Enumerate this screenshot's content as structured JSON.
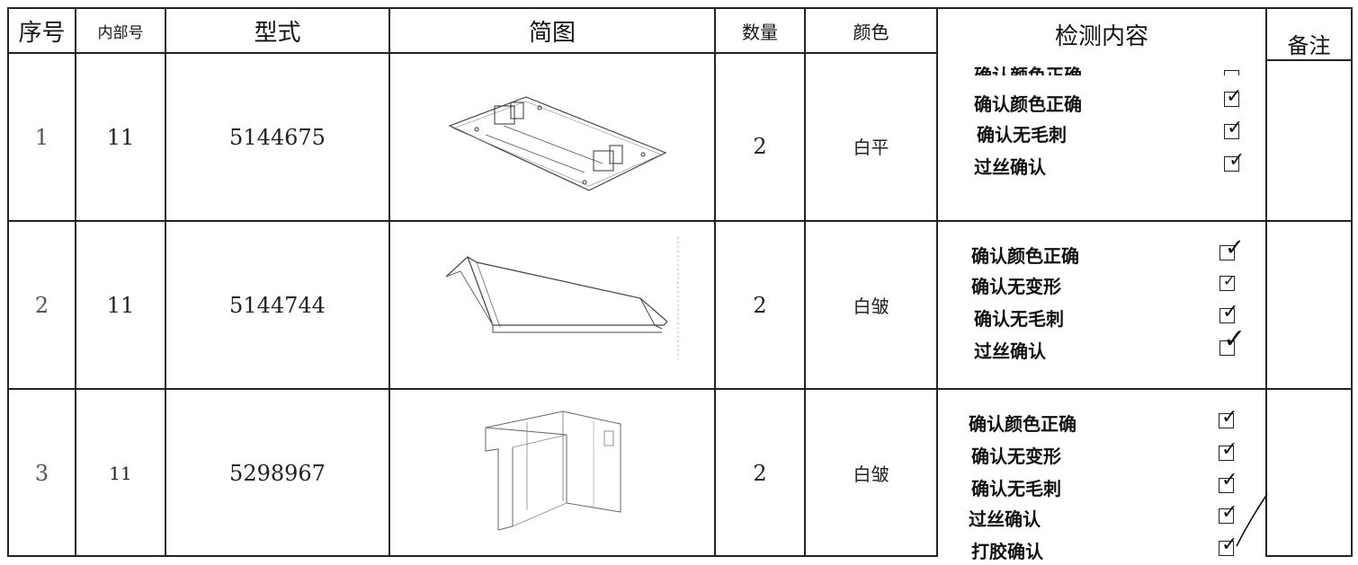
{
  "headers": {
    "seq": "序号",
    "internal_no": "内部号",
    "model": "型式",
    "sketch": "简图",
    "qty": "数量",
    "color": "颜色",
    "inspection": "检测内容",
    "remark": "备注"
  },
  "rows": [
    {
      "seq": "1",
      "internal_no": "11",
      "model": "5144675",
      "qty": "2",
      "color": "白平",
      "cut_item": "确认颜色正确",
      "checks": [
        "确认颜色正确",
        "确认无毛刺",
        "过丝确认"
      ]
    },
    {
      "seq": "2",
      "internal_no": "11",
      "model": "5144744",
      "qty": "2",
      "color": "白皱",
      "checks": [
        "确认颜色正确",
        "确认无变形",
        "确认无毛刺",
        "过丝确认"
      ]
    },
    {
      "seq": "3",
      "internal_no": "11",
      "model": "5298967",
      "qty": "2",
      "color": "白皱",
      "checks": [
        "确认颜色正确",
        "确认无变形",
        "确认无毛刺",
        "过丝确认",
        "打胶确认"
      ]
    }
  ],
  "tick_mark": "✓"
}
